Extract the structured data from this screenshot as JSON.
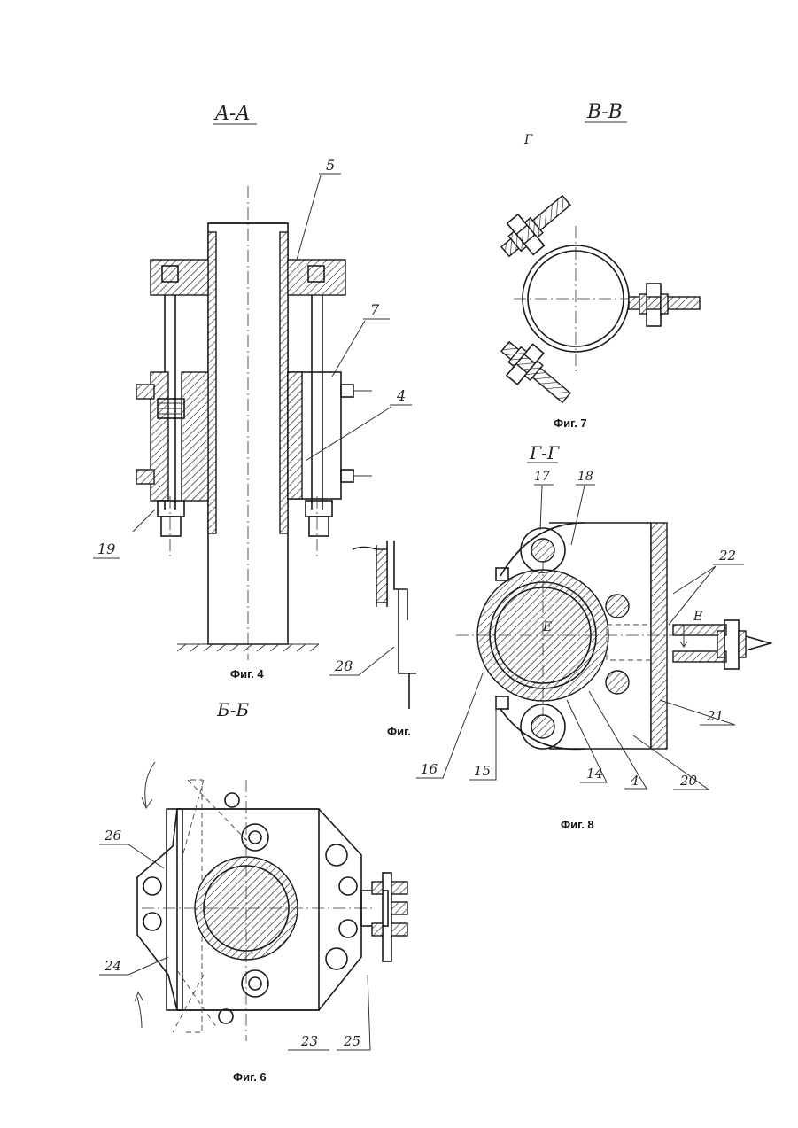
{
  "sections": {
    "aa": "A-A",
    "vv": "В-В",
    "gg": "Г-Г",
    "bb": "Б-Б",
    "g_small": "Г"
  },
  "captions": {
    "fig4": "Фиг. 4",
    "fig7": "Фиг. 7",
    "fig8": "Фиг. 8",
    "fig6": "Фиг. 6",
    "fig_partial": "Фиг."
  },
  "callouts": {
    "fig4": [
      "5",
      "7",
      "4",
      "19",
      "28"
    ],
    "fig8": [
      "17",
      "18",
      "22",
      "Е",
      "Е",
      "21",
      "20",
      "4",
      "14",
      "15",
      "16"
    ],
    "fig6": [
      "26",
      "24",
      "23",
      "25"
    ]
  }
}
